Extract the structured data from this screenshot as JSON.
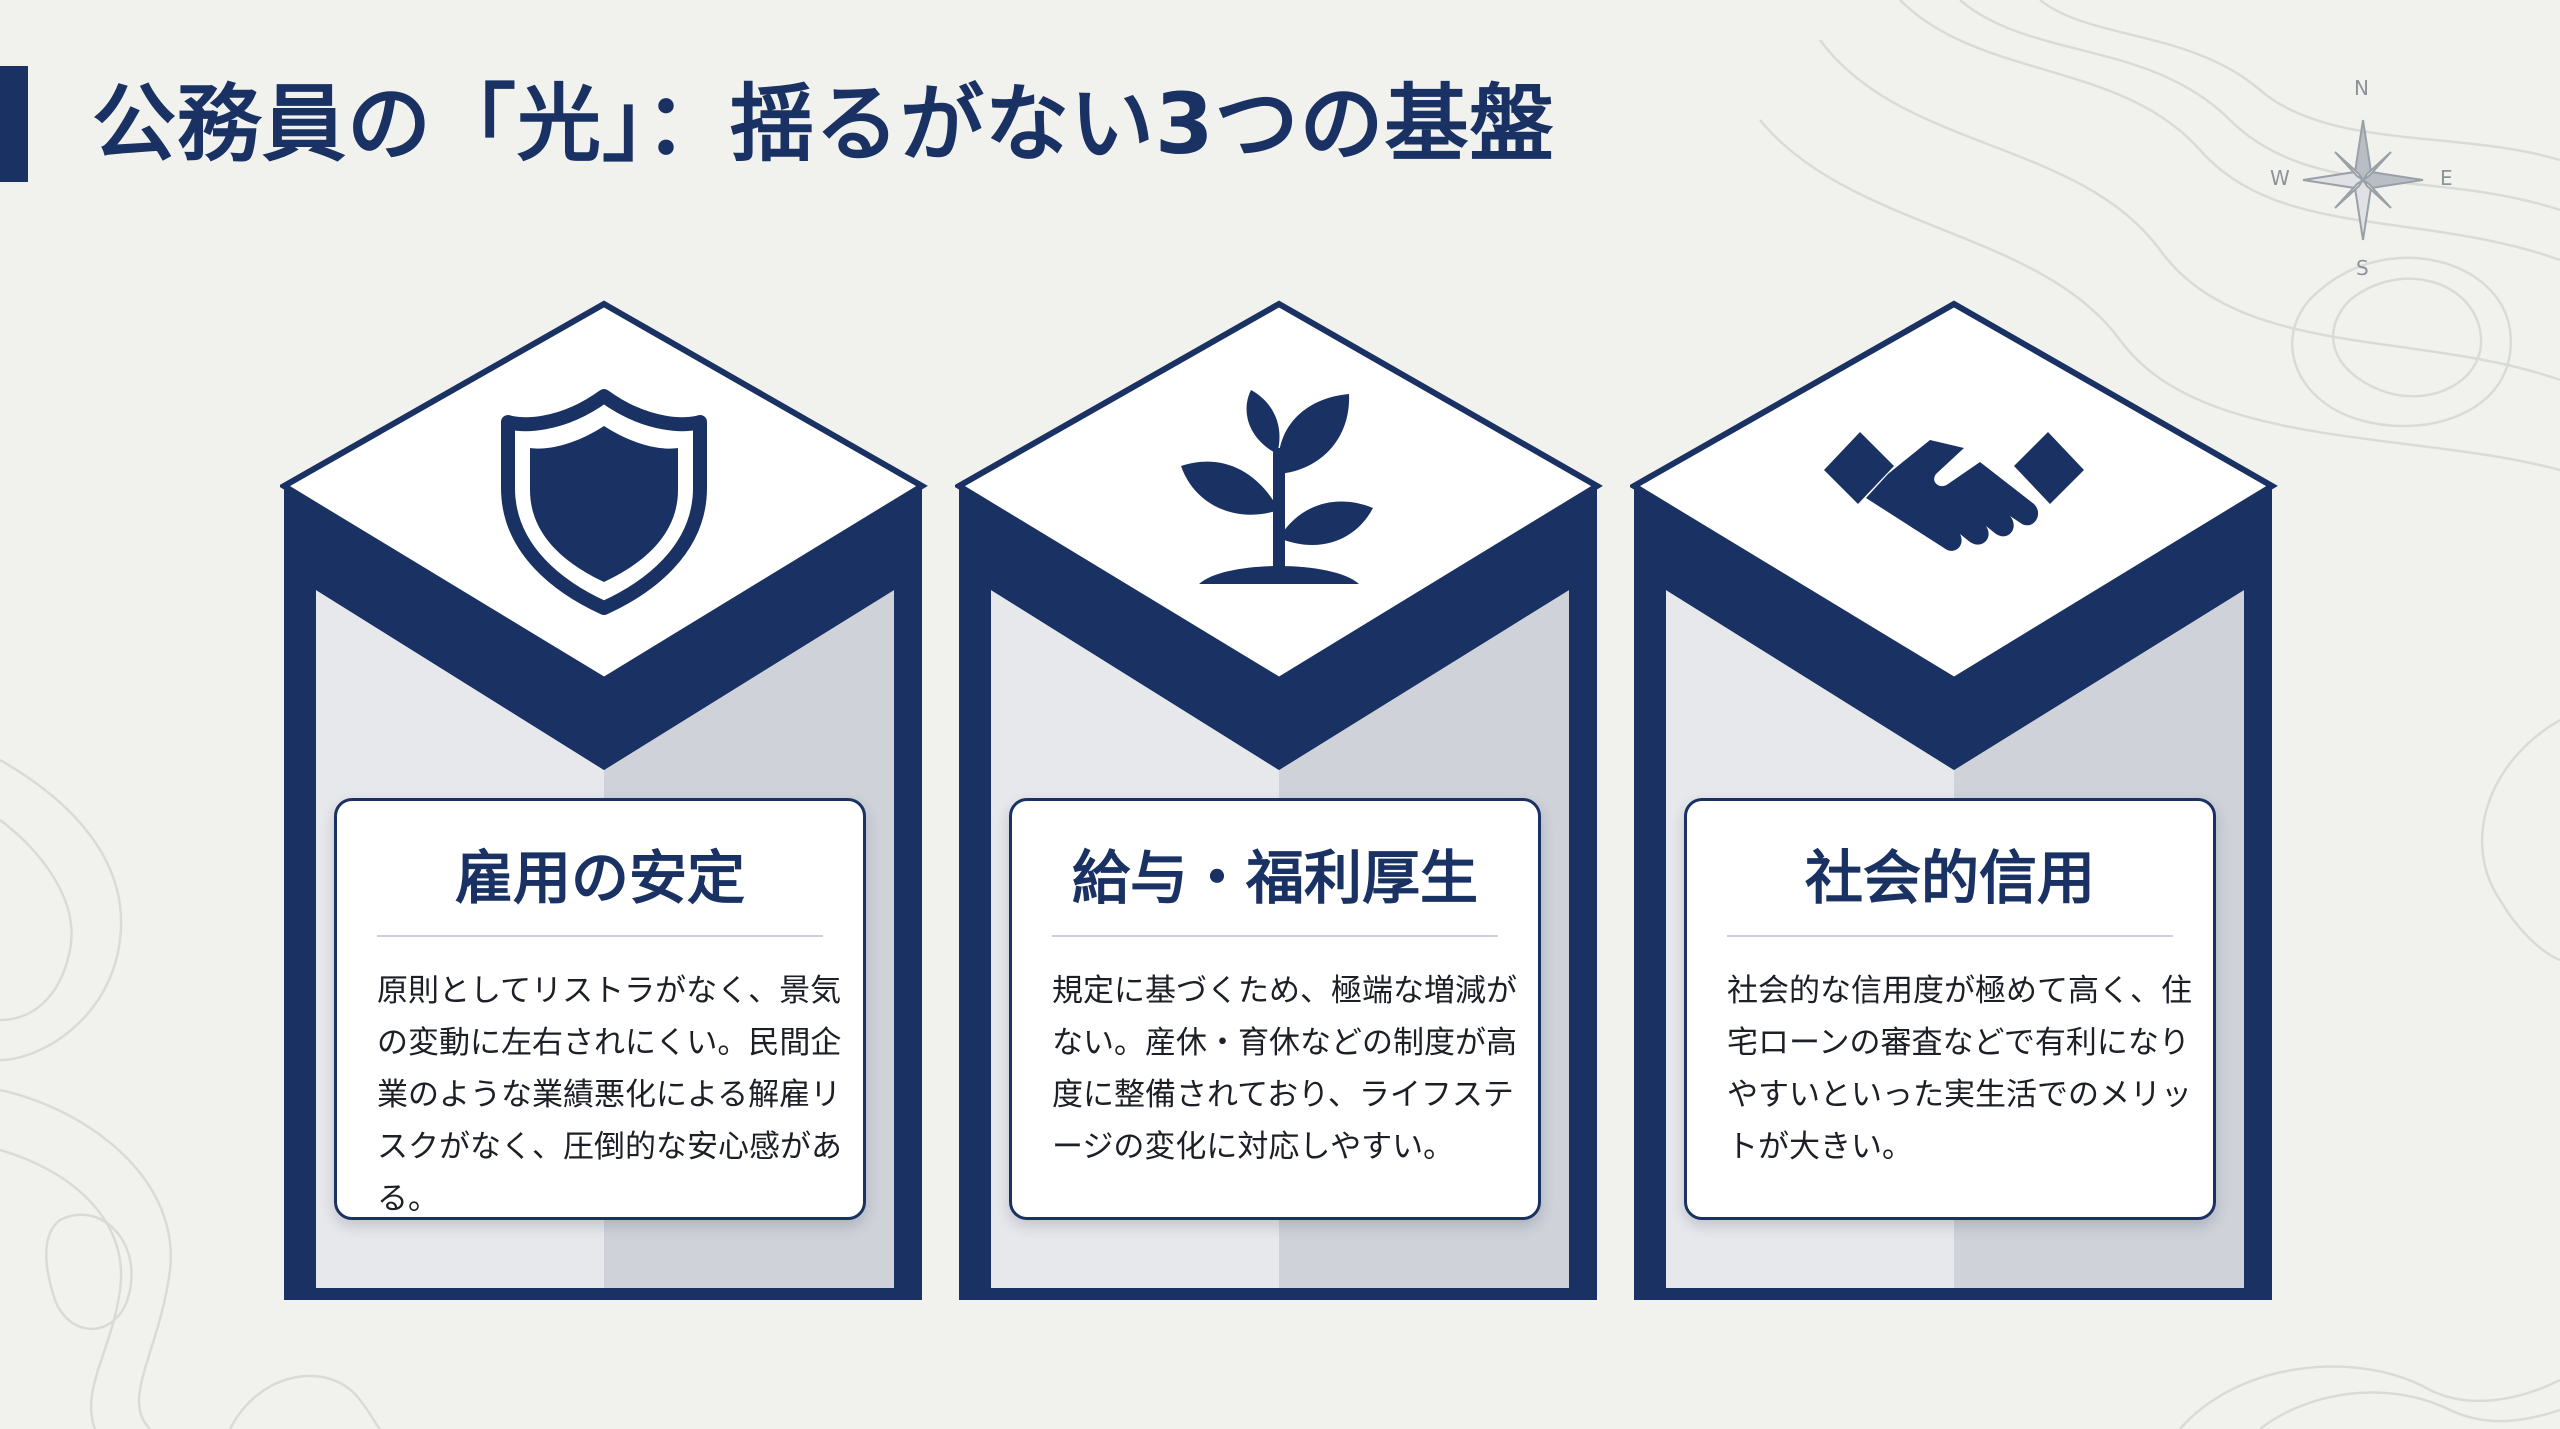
{
  "slide": {
    "title": "公務員の「光」：揺るがない3つの基盤"
  },
  "compass": {
    "north": "N",
    "south": "S",
    "east": "E",
    "west": "W"
  },
  "pillars": [
    {
      "icon": "shield-icon",
      "title": "雇用の安定",
      "body": "原則としてリストラがなく、景気の変動に左右されにくい。民間企業のような業績悪化による解雇リスクがなく、圧倒的な安心感がある。"
    },
    {
      "icon": "sprout-icon",
      "title": "給与・福利厚生",
      "body": "規定に基づくため、極端な増減がない。産休・育休などの制度が高度に整備されており、ライフステージの変化に対応しやすい。"
    },
    {
      "icon": "handshake-icon",
      "title": "社会的信用",
      "body": "社会的な信用度が極めて高く、住宅ローンの審査などで有利になりやすいといった実生活でのメリットが大きい。"
    }
  ],
  "colors": {
    "navy": "#1a3263",
    "background": "#f1f2ee",
    "pillar_left": "#e7e8ec",
    "pillar_right": "#cfd2d9"
  }
}
